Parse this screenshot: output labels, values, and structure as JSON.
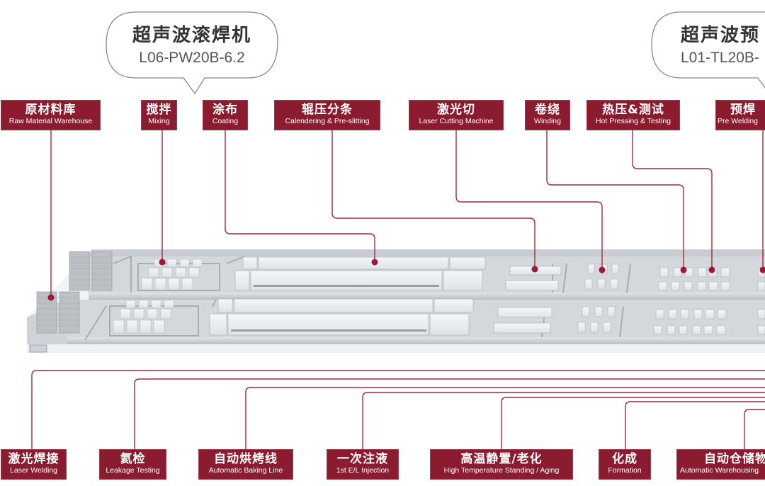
{
  "title": "Battery production line layout",
  "colors": {
    "accent": "#8b1c2f",
    "line": "#9e2a3e",
    "floor": "#d9dcdf",
    "wall": "#bfc3c7",
    "machine": "#eef0f4"
  },
  "callouts": [
    {
      "zh": "超声波滚焊机",
      "model": "L06-PW20B-6.2"
    },
    {
      "zh": "超声波预",
      "model": "L01-TL20B-"
    }
  ],
  "top_labels": [
    {
      "zh": "原材料库",
      "en": "Raw Material Warehouse"
    },
    {
      "zh": "搅拌",
      "en": "Mixing"
    },
    {
      "zh": "涂布",
      "en": "Coating"
    },
    {
      "zh": "辊压分条",
      "en": "Calendering & Pre-slitting"
    },
    {
      "zh": "激光切",
      "en": "Laser Cutting Machine"
    },
    {
      "zh": "卷绕",
      "en": "Winding"
    },
    {
      "zh": "热压&测试",
      "en": "Hot Pressing & Testing"
    },
    {
      "zh": "预焊",
      "en": "Pre Welding"
    }
  ],
  "bottom_labels": [
    {
      "zh": "激光焊接",
      "en": "Laser Welding"
    },
    {
      "zh": "氦检",
      "en": "Leakage Testing"
    },
    {
      "zh": "自动烘烤线",
      "en": "Automatic Baking Line"
    },
    {
      "zh": "一次注液",
      "en": "1st E/L Injection"
    },
    {
      "zh": "高温静置/老化",
      "en": "High Temperature Standing / Aging"
    },
    {
      "zh": "化成",
      "en": "Formation"
    },
    {
      "zh": "自动仓储物",
      "en": "Automatic Warehousing"
    }
  ]
}
